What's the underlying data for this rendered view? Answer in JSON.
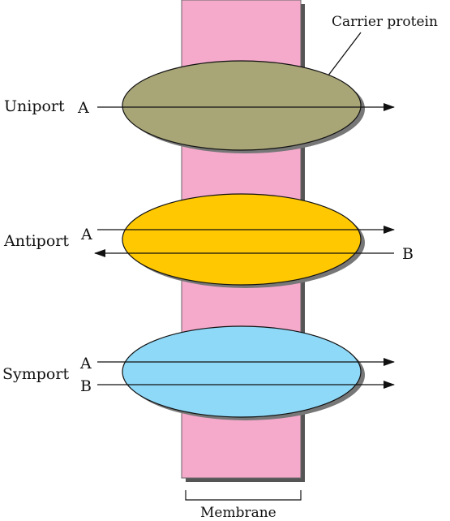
{
  "colors": {
    "membrane": "#f5a9cb",
    "membrane_shadow": "#555555",
    "uniport_protein": "#a8a577",
    "antiport_protein": "#ffc800",
    "symport_protein": "#8ed8f8",
    "stroke": "#111111"
  },
  "labels": {
    "carrier_protein": "Carrier protein",
    "membrane": "Membrane"
  },
  "uniport": {
    "title": "Uniport",
    "a": "A"
  },
  "antiport": {
    "title": "Antiport",
    "a": "A",
    "b": "B"
  },
  "symport": {
    "title": "Symport",
    "a": "A",
    "b": "B"
  }
}
